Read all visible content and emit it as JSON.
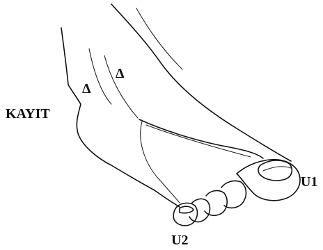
{
  "labels": {
    "heel_marker": "KAYIT",
    "big_toe_marker": "U1",
    "second_toe_marker": "U2"
  },
  "markers": {
    "symbol": "Δ"
  },
  "colors": {
    "ink": "#111111",
    "background": "#ffffff"
  }
}
